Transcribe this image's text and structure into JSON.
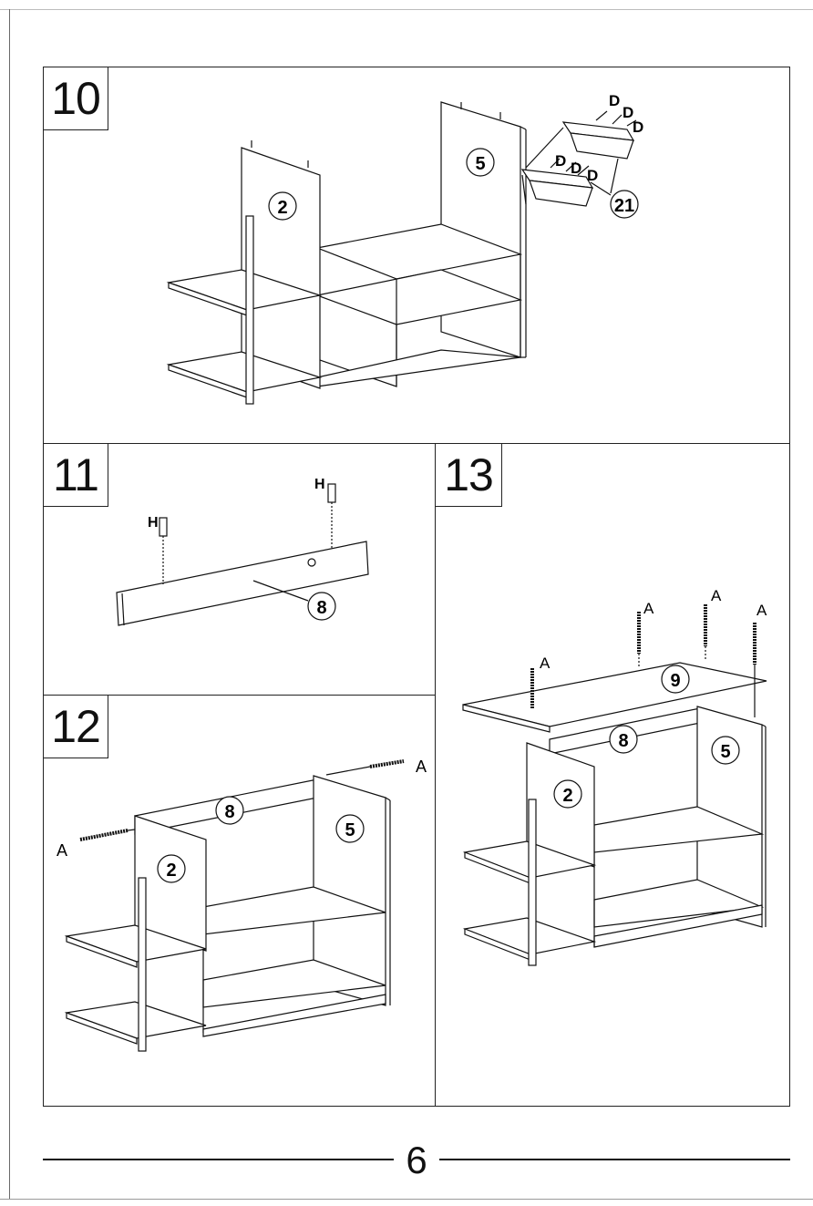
{
  "page": {
    "number": "6"
  },
  "steps": [
    {
      "id": "10",
      "number": "10",
      "parts": {
        "left_panel": "2",
        "right_panel": "5",
        "baskets": "21"
      },
      "hardware": [
        "D",
        "D",
        "D",
        "D",
        "D",
        "D"
      ]
    },
    {
      "id": "11",
      "number": "11",
      "parts": {
        "rail": "8"
      },
      "hardware": [
        "H",
        "H"
      ]
    },
    {
      "id": "12",
      "number": "12",
      "parts": {
        "rail": "8",
        "left_panel": "2",
        "right_panel": "5"
      },
      "hardware": [
        "A",
        "A"
      ]
    },
    {
      "id": "13",
      "number": "13",
      "parts": {
        "top": "9",
        "rail": "8",
        "left_panel": "2",
        "right_panel": "5"
      },
      "hardware": [
        "A",
        "A",
        "A",
        "A"
      ]
    }
  ]
}
